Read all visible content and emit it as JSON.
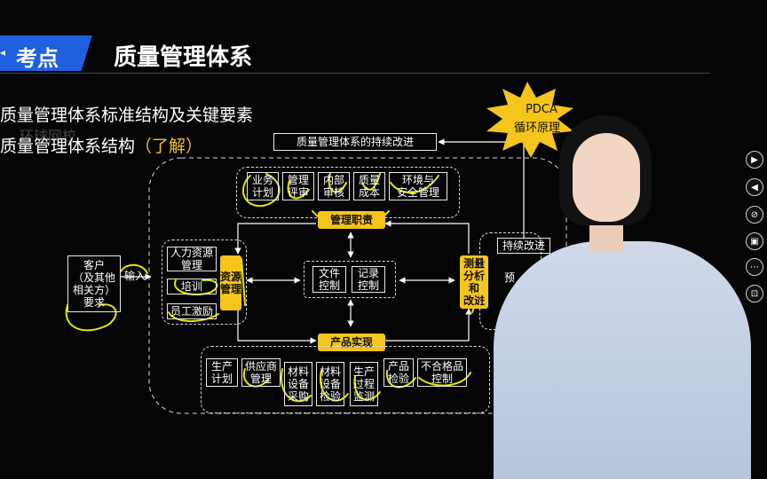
{
  "header": {
    "tab_label": "考点",
    "title": "质量管理体系"
  },
  "lines": {
    "line1": "质量管理体系标准结构及关键要素",
    "line2_main": "质量管理体系结构",
    "line2_accent": "（了解）"
  },
  "watermark": "环球网校",
  "badge": {
    "line1": "PDCA",
    "line2": "循环原理"
  },
  "diagram": {
    "continuous_improvement_top": "质量管理体系的持续改进",
    "top_group": [
      "业务\n计划",
      "管理\n评审",
      "内部\n审核",
      "质量\n成本",
      "环境与\n安全管理"
    ],
    "management_responsibility": "管理职责",
    "resource_items": [
      "人力资源\n管理",
      "培训",
      "员工激励"
    ],
    "resource_management": "资源\n管理",
    "document_control": "文件\n控制",
    "record_control": "记录\n控制",
    "measurement": "测量\n分析\n和\n改进",
    "continuous_improvement_right": "持续改进",
    "right_partial_1": "预",
    "right_partial_2": "…",
    "customer": "客户\n（及其他\n相关方）\n要求",
    "input": "输入",
    "product_realization": "产品实现",
    "bottom_group": [
      "生产\n计划",
      "供应商\n管理",
      "材料\n设备\n采购",
      "材料\n设备\n检验",
      "生产\n过程\n监测",
      "产品\n检验",
      "不合格品\n控制"
    ]
  },
  "side_controls": [
    "play-icon",
    "rewind-icon",
    "mute-icon",
    "screenshot-icon",
    "more-icon",
    "fullscreen-icon"
  ],
  "colors": {
    "accent": "#1f5fe0",
    "highlight": "#f4c51a",
    "annotation": "#e6e600"
  }
}
